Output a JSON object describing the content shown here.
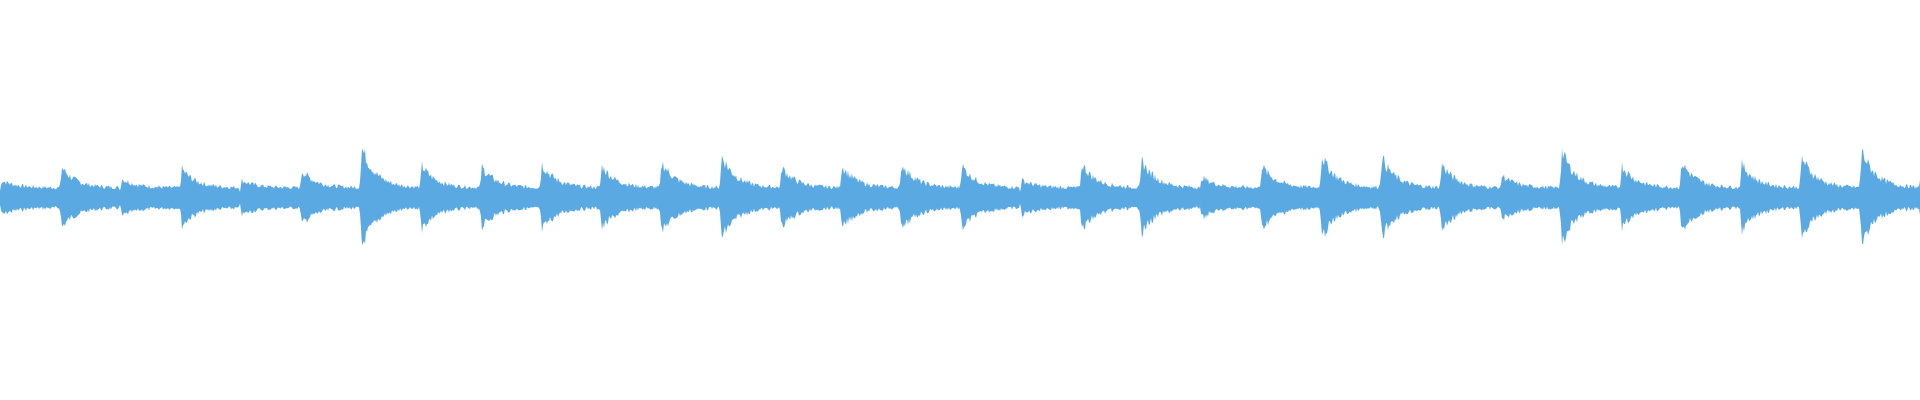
{
  "waveform": {
    "color": "#5aa9e2",
    "background": "#ffffff",
    "transient_count": 32,
    "transient_peaks": [
      0.55,
      0.95,
      0.6,
      0.9,
      0.55,
      0.85,
      1.55,
      1.0,
      0.95,
      1.05,
      1.0,
      1.1,
      1.3,
      0.95,
      1.0,
      1.05,
      1.0,
      0.55,
      1.05,
      1.15,
      0.65,
      1.0,
      1.3,
      1.25,
      1.05,
      0.7,
      1.45,
      1.0,
      1.1,
      1.05,
      1.25,
      1.45
    ],
    "noise_floor": 0.32
  }
}
